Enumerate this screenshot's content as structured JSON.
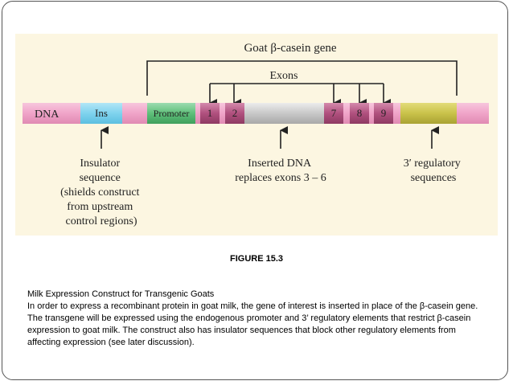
{
  "diagram": {
    "gene_label": "Goat β-casein gene",
    "exons_label": "Exons",
    "segments": {
      "dna": "DNA",
      "ins": "Ins",
      "promoter": "Promoter",
      "exon1": "1",
      "exon2": "2",
      "exon7": "7",
      "exon8": "8",
      "exon9": "9"
    },
    "annotations": {
      "insulator": [
        "Insulator",
        "sequence",
        "(shields construct",
        "from upstream",
        "control regions)"
      ],
      "inserted_dna": [
        "Inserted DNA",
        "replaces exons 3 – 6"
      ],
      "regulatory": [
        "3′ regulatory",
        "sequences"
      ]
    },
    "colors": {
      "panel_bg": "#fcf6e1",
      "dna_pink": "#f0a4c8",
      "insulator_blue": "#7fd3ee",
      "promoter_green": "#5fbf7a",
      "exon_magenta": "#b0507e",
      "inserted_gray": "#c8c8c8",
      "regulatory_olive": "#c9c24a"
    }
  },
  "figure_label": "FIGURE 15.3",
  "caption": {
    "title": "Milk Expression Construct for Transgenic Goats",
    "body": "In order to express a recombinant protein in goat milk, the gene of interest is inserted in place of the β-casein gene. The transgene will be expressed using the endogenous promoter and 3’ regulatory elements that restrict β-casein expression to goat milk. The construct also has insulator sequences that block other regulatory elements from affecting expression (see later discussion)."
  }
}
